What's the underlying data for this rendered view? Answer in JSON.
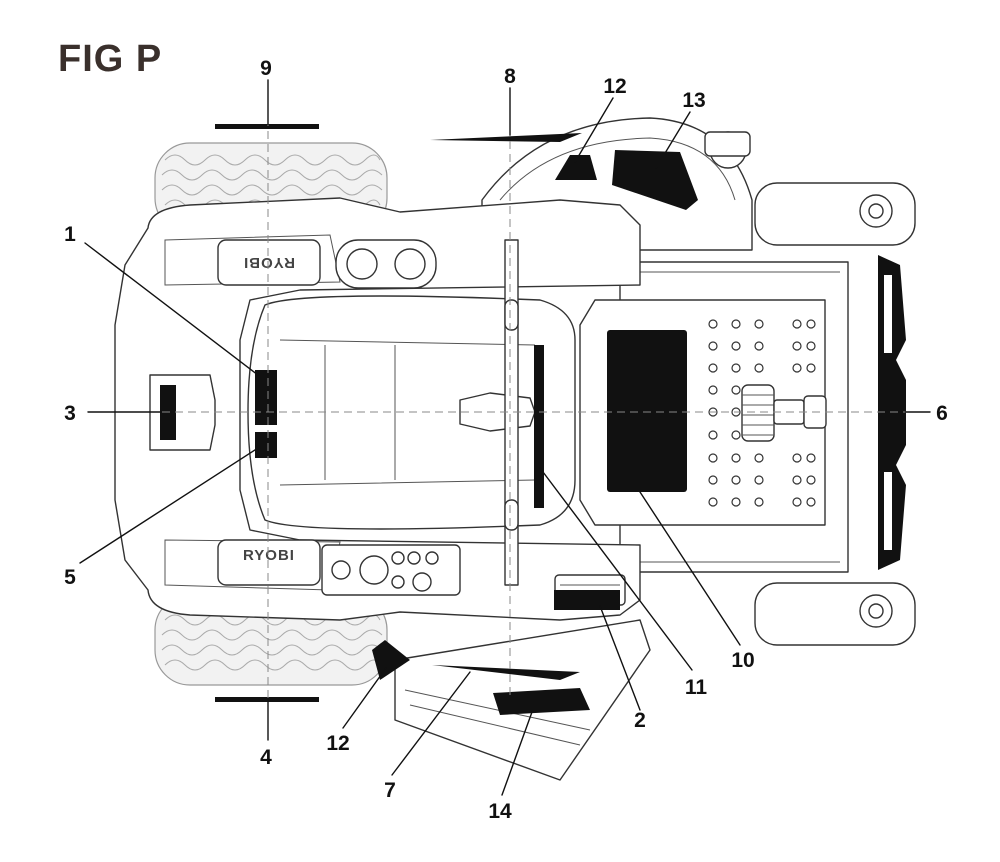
{
  "figure": {
    "title": "FIG P"
  },
  "brand": {
    "logo_text": "RYOBI"
  },
  "callouts": [
    {
      "id": "c1",
      "label": "1"
    },
    {
      "id": "c2",
      "label": "2"
    },
    {
      "id": "c3",
      "label": "3"
    },
    {
      "id": "c4",
      "label": "4"
    },
    {
      "id": "c5",
      "label": "5"
    },
    {
      "id": "c6",
      "label": "6"
    },
    {
      "id": "c7",
      "label": "7"
    },
    {
      "id": "c8",
      "label": "8"
    },
    {
      "id": "c9",
      "label": "9"
    },
    {
      "id": "c10",
      "label": "10"
    },
    {
      "id": "c11",
      "label": "11"
    },
    {
      "id": "c12a",
      "label": "12"
    },
    {
      "id": "c12b",
      "label": "12"
    },
    {
      "id": "c13",
      "label": "13"
    },
    {
      "id": "c14",
      "label": "14"
    }
  ],
  "colors": {
    "title": "#3a302c",
    "decal": "#111111",
    "line": "#333333"
  }
}
